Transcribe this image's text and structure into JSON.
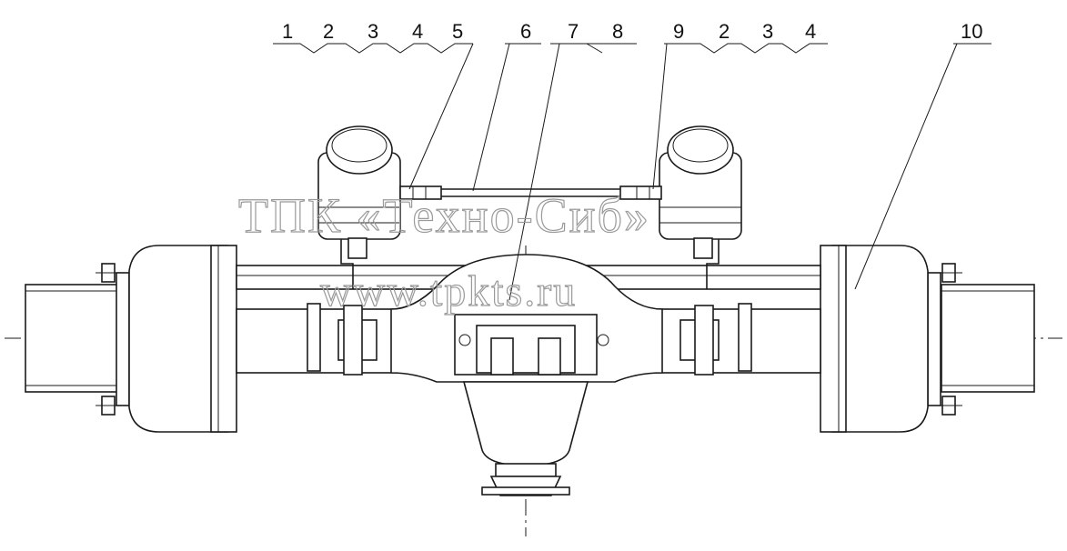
{
  "callouts": {
    "group_left": [
      "1",
      "2",
      "3",
      "4",
      "5"
    ],
    "n6": "6",
    "n7": "7",
    "n8": "8",
    "group_right": [
      "9",
      "2",
      "3",
      "4"
    ],
    "n10": "10"
  },
  "watermark": {
    "line1": "ТПК «Техно-Сиб»",
    "line2": "www.tpkts.ru"
  },
  "colors": {
    "ink": "#1a1a1a",
    "watermark": "#9a9a9a",
    "background": "#ffffff"
  }
}
